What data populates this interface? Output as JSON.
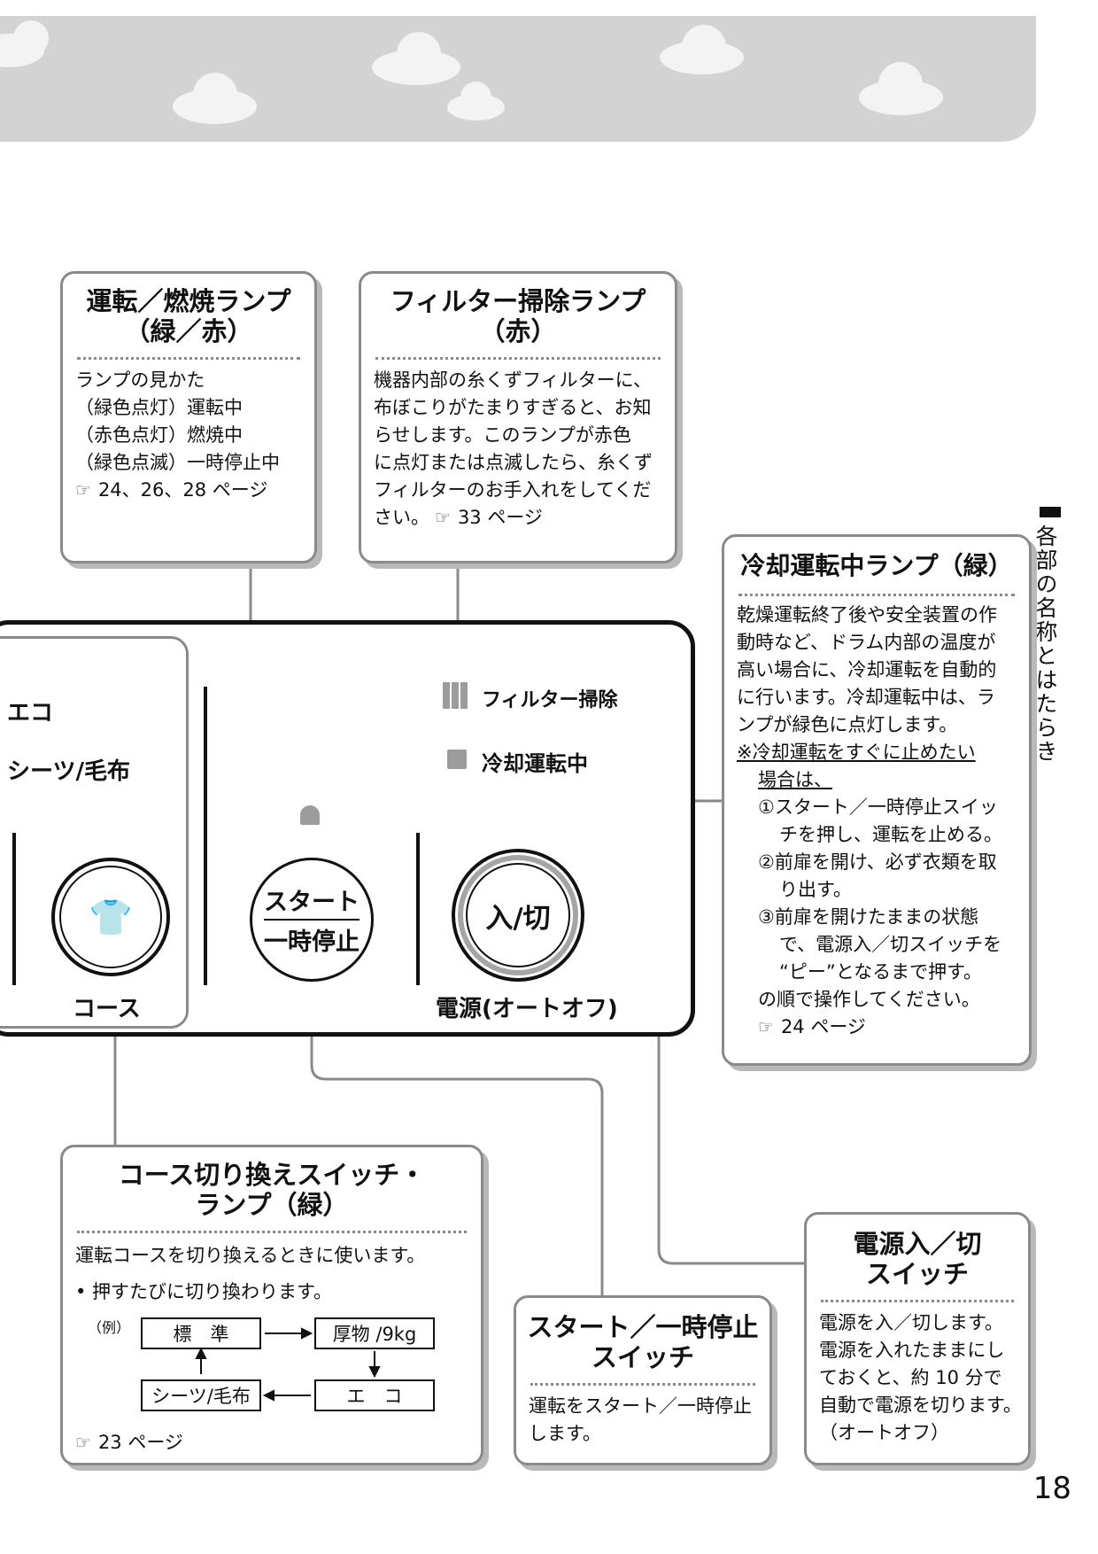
{
  "side_tab": "各部の名称とはたらき",
  "page_number": "18",
  "callouts": {
    "run_burn_lamp": {
      "title_line1": "運転／燃焼ランプ",
      "title_line2": "（緑／赤）",
      "lines": [
        "ランプの見かた",
        "（緑色点灯）運転中",
        "（赤色点灯）燃焼中",
        "（緑色点滅）一時停止中"
      ],
      "ref": "24、26、28 ページ"
    },
    "filter_lamp": {
      "title_line1": "フィルター掃除ランプ",
      "title_line2": "（赤）",
      "lines": [
        "機器内部の糸くずフィルターに、",
        "布ぼこりがたまりすぎると、お知",
        "らせします。このランプが赤色",
        "に点灯または点滅したら、糸くず",
        "フィルターのお手入れをしてくだ"
      ],
      "last_line": "さい。",
      "ref": "33 ページ"
    },
    "cooling_lamp": {
      "title": "冷却運転中ランプ（緑）",
      "lines": [
        "乾燥運転終了後や安全装置の作",
        "動時など、ドラム内部の温度が",
        "高い場合に、冷却運転を自動的",
        "に行います。冷却運転中は、ラ",
        "ンプが緑色に点灯します。"
      ],
      "note_lines": [
        "※冷却運転をすぐに止めたい",
        "場合は、"
      ],
      "steps": [
        "①スタート／一時停止スイッ",
        "チを押し、運転を止める。",
        "②前扉を開け、必ず衣類を取",
        "り出す。",
        "③前扉を開けたままの状態",
        "で、電源入／切スイッチを",
        "“ピー”となるまで押す。"
      ],
      "closing": "の順で操作してください。",
      "ref": "24 ページ"
    },
    "course_switch": {
      "title_line1": "コース切り換えスイッチ・",
      "title_line2": "ランプ（緑）",
      "line1": "運転コースを切り換えるときに使います。",
      "bullet": "•  押すたびに切り換わります。",
      "example_label": "（例）",
      "flow": {
        "standard": "標　準",
        "heavy": "厚物 /9kg",
        "eco": "エ　コ",
        "sheets": "シーツ/毛布"
      },
      "ref": "23 ページ"
    },
    "start_switch": {
      "title_line1": "スタート／一時停止",
      "title_line2": "スイッチ",
      "lines": [
        "運転をスタート／一時停止",
        "します。"
      ]
    },
    "power_switch": {
      "title_line1": "電源入／切",
      "title_line2": "スイッチ",
      "lines": [
        "電源を入／切します。",
        "電源を入れたままにし",
        "ておくと、約 10 分で",
        "自動で電源を切ります。",
        "（オートオフ）"
      ]
    }
  },
  "panel": {
    "eco_label": "エコ",
    "sheets_label": "シーツ/毛布",
    "course_label": "コース",
    "start_btn_line1": "スタート",
    "start_btn_line2": "一時停止",
    "power_btn": "入/切",
    "power_label": "電源(オートオフ)",
    "filter_label": "フィルター掃除",
    "cooling_label": "冷却運転中"
  },
  "ref_symbol": "☞"
}
